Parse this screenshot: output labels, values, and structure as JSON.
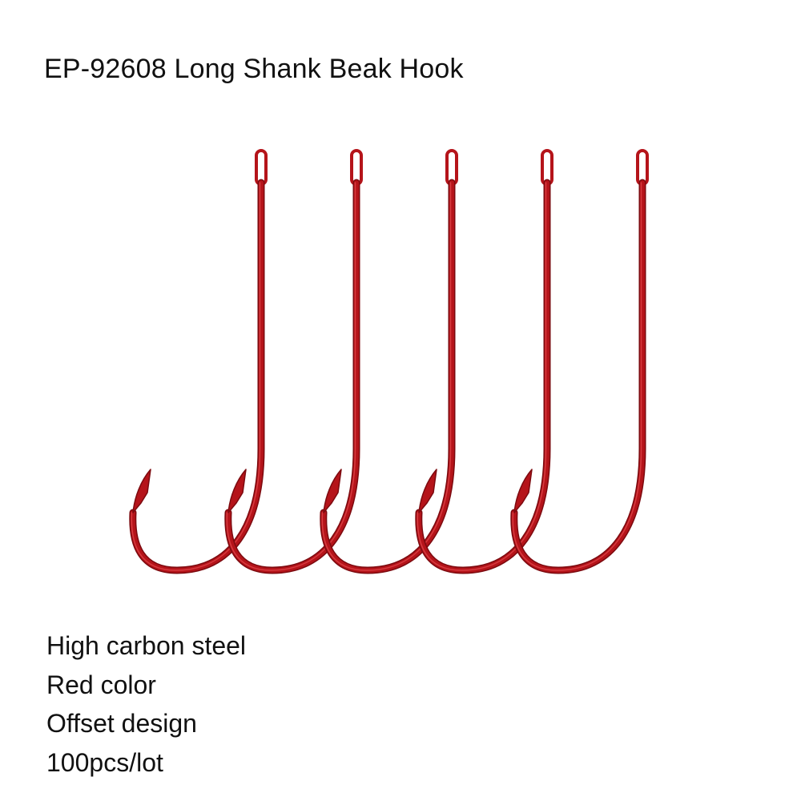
{
  "product": {
    "title": "EP-92608 Long Shank Beak Hook",
    "hook_count": 5,
    "hook_color": "#b5141a",
    "hook_color_dark": "#7c0a0f",
    "hook_highlight": "#e0454a"
  },
  "features": [
    "High carbon steel",
    "Red color",
    "Offset design",
    "100pcs/lot"
  ]
}
